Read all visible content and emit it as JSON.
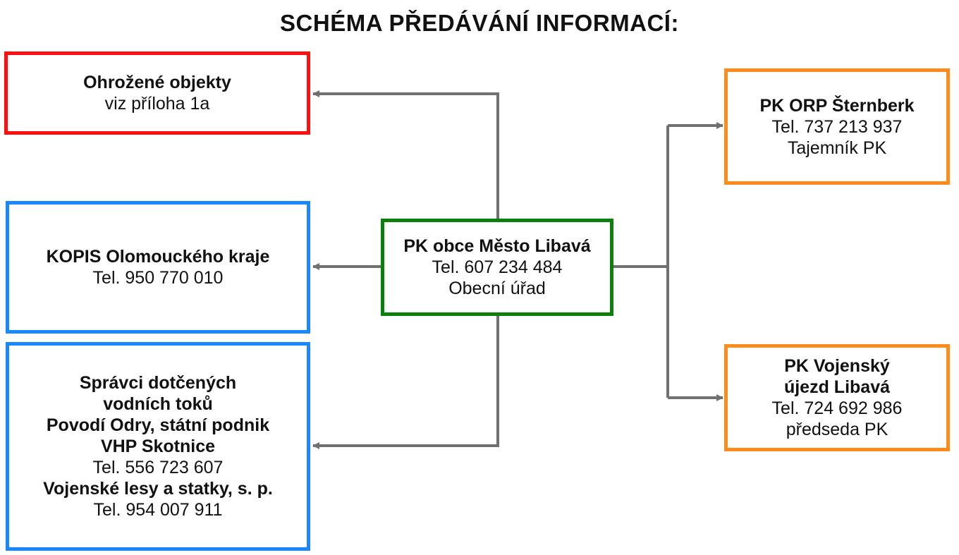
{
  "title": "SCHÉMA PŘEDÁVÁNÍ INFORMACÍ:",
  "colors": {
    "red": "#ff1010",
    "blue": "#1a87ff",
    "green": "#0a7f0a",
    "orange": "#ff8c1a",
    "connector": "#707070"
  },
  "boxes": {
    "ohrozene": {
      "lines": [
        "Ohrožené objekty",
        "viz příloha 1a"
      ]
    },
    "kopis": {
      "lines": [
        "KOPIS Olomouckého kraje",
        "Tel. 950 770 010"
      ]
    },
    "spravci": {
      "lines": [
        "Správci dotčených",
        "vodních toků",
        "Povodí Odry, státní podnik",
        "VHP Skotnice",
        "Tel. 556 723 607",
        "Vojenské lesy a statky, s. p.",
        "Tel. 954 007 911"
      ]
    },
    "center": {
      "lines": [
        "PK obce Město Libavá",
        "Tel. 607 234 484",
        "Obecní úřad"
      ]
    },
    "orp": {
      "lines": [
        "PK ORP Šternberk",
        "Tel. 737 213 937",
        "Tajemník PK"
      ]
    },
    "vojensky": {
      "lines": [
        "PK Vojenský",
        "újezd Libavá",
        "Tel. 724 692 986",
        "předseda PK"
      ]
    }
  }
}
